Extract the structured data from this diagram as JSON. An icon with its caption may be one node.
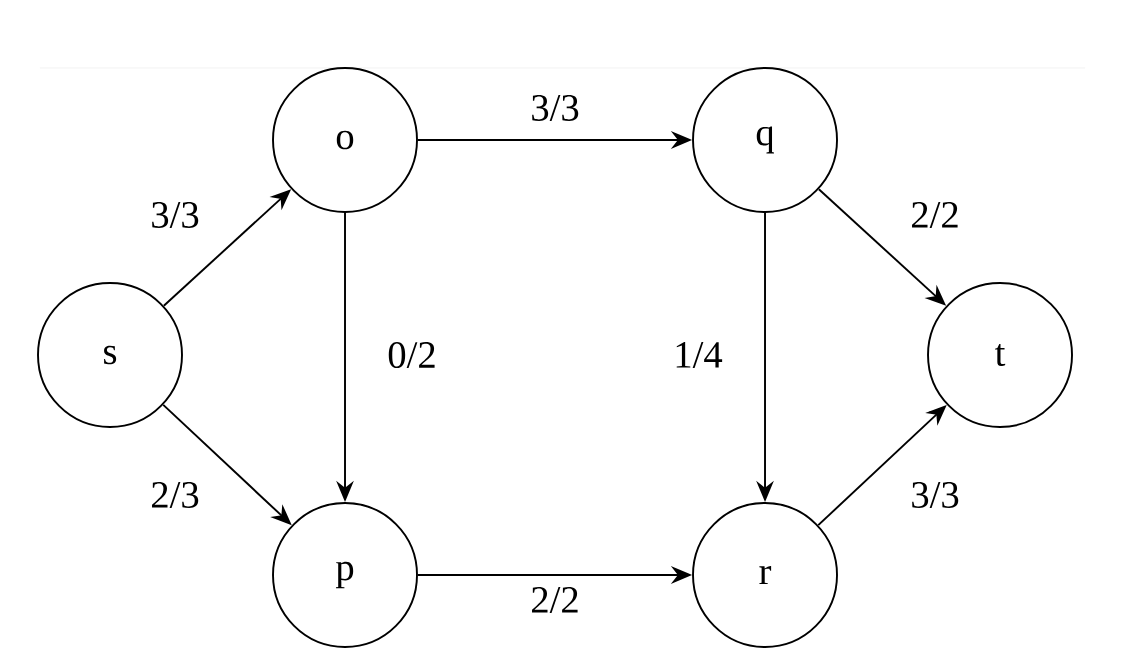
{
  "diagram": {
    "nodes": [
      {
        "text": [
          "s"
        ]
      },
      {
        "text": [
          "o"
        ]
      },
      {
        "text": [
          "q"
        ]
      },
      {
        "text": [
          "t"
        ]
      },
      {
        "text": [
          "p"
        ]
      },
      {
        "text": [
          "r"
        ]
      }
    ],
    "edges": [
      {
        "from": 0,
        "to": 1,
        "arrow": "to",
        "label": "3/3"
      },
      {
        "from": 0,
        "to": 4,
        "arrow": "to",
        "label": "2/3"
      },
      {
        "from": 1,
        "to": 2,
        "arrow": "to",
        "label": "3/3"
      },
      {
        "from": 1,
        "to": 4,
        "arrow": "to",
        "label": "0/2"
      },
      {
        "from": 2,
        "to": 5,
        "arrow": "to",
        "label": "1/4"
      },
      {
        "from": 2,
        "to": 3,
        "arrow": "to",
        "label": "2/2"
      },
      {
        "from": 4,
        "to": 5,
        "arrow": "to",
        "label": "2/2"
      },
      {
        "from": 5,
        "to": 3,
        "arrow": "to",
        "label": "3/3"
      }
    ]
  }
}
